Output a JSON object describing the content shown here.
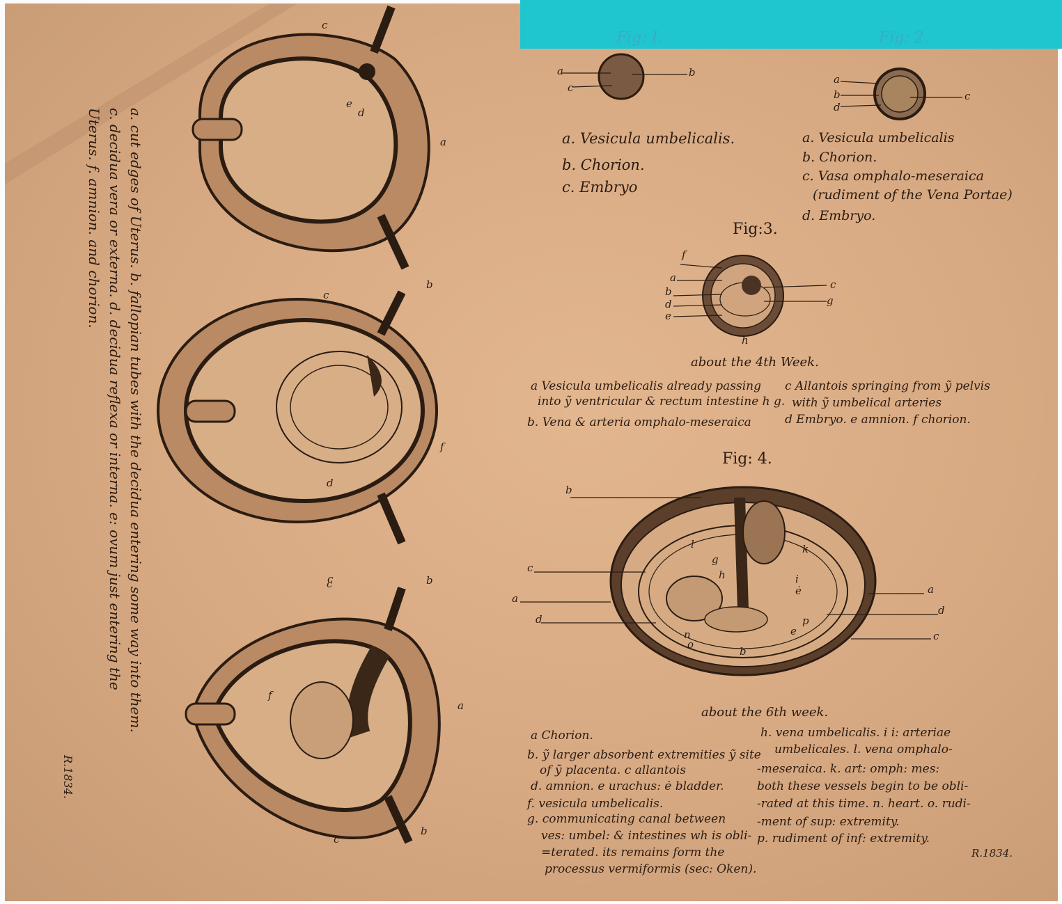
{
  "figures": {
    "fig1_title": "Fig: I.",
    "fig2_title": "Fig: 2.",
    "fig3_title": "Fig:3.",
    "fig4_title": "Fig: 4."
  },
  "fig1": {
    "labels": [
      "a",
      "b",
      "c"
    ],
    "legend": [
      "a. Vesicula umbelicalis.",
      "b. Chorion.",
      "c. Embryo"
    ]
  },
  "fig2": {
    "labels": [
      "a",
      "b",
      "c",
      "d"
    ],
    "legend": [
      "a. Vesicula umbelicalis",
      "b. Chorion.",
      "c. Vasa omphalo-meseraica",
      "(rudiment of the Vena Portae)",
      "d. Embryo."
    ]
  },
  "fig3": {
    "labels": [
      "f",
      "a",
      "b",
      "d",
      "e",
      "c",
      "g",
      "h"
    ],
    "week": "about the 4th Week.",
    "legend_left": [
      "a Vesicula umbelicalis already passing",
      "into ỹ ventricular & rectum intestine h g.",
      "b. Vena & arteria omphalo-meseraica"
    ],
    "legend_right": [
      "c Allantois springing from ỹ pelvis",
      "with ỹ umbelical arteries",
      "d Embryo. e amnion. f chorion."
    ]
  },
  "fig4": {
    "labels": [
      "b",
      "c",
      "a",
      "d",
      "l",
      "k",
      "g",
      "h",
      "i",
      "ė",
      "p",
      "e",
      "n",
      "o",
      "b",
      "a",
      "d",
      "c"
    ],
    "week": "about the 6th week.",
    "legend_left": [
      "a Chorion.",
      "b. ỹ larger absorbent extremities ỹ site",
      "of ỹ placenta. c allantois",
      "d. amnion. e urachus: ė bladder.",
      "f. vesicula umbelicalis.",
      "g. communicating canal between",
      "ves: umbel: & intestines wh is obli-",
      "=terated. its remains form the",
      "processus vermiformis (sec: Oken)."
    ],
    "legend_right": [
      "h. vena umbelicalis. i i: arteriae",
      "umbelicales. l. vena omphalo-",
      "-meseraica. k. art: omph: mes:",
      "both these vessels begin to be obli-",
      "-rated at this time. n. heart. o. rudi-",
      "-ment of sup: extremity.",
      "p. rudiment of inf: extremity."
    ],
    "signature": "R.1834."
  },
  "uterus": {
    "labels_top": [
      "c",
      "e",
      "d",
      "a"
    ],
    "labels_mid": [
      "b",
      "c",
      "f",
      "d",
      "c"
    ],
    "labels_bot": [
      "b",
      "c",
      "f",
      "a",
      "c",
      "b"
    ],
    "caption": [
      "a. cut edges of Uterus. b. fallopian tubes with the decidua entering some way into them.",
      "c. decidua vera or externa. d. decidua reflexa or interna. e: ovum just entering the",
      "Uterus. f. amnion. and chorion."
    ],
    "signature": "R.1834."
  },
  "banner": {
    "color": "#1fc6d0"
  }
}
